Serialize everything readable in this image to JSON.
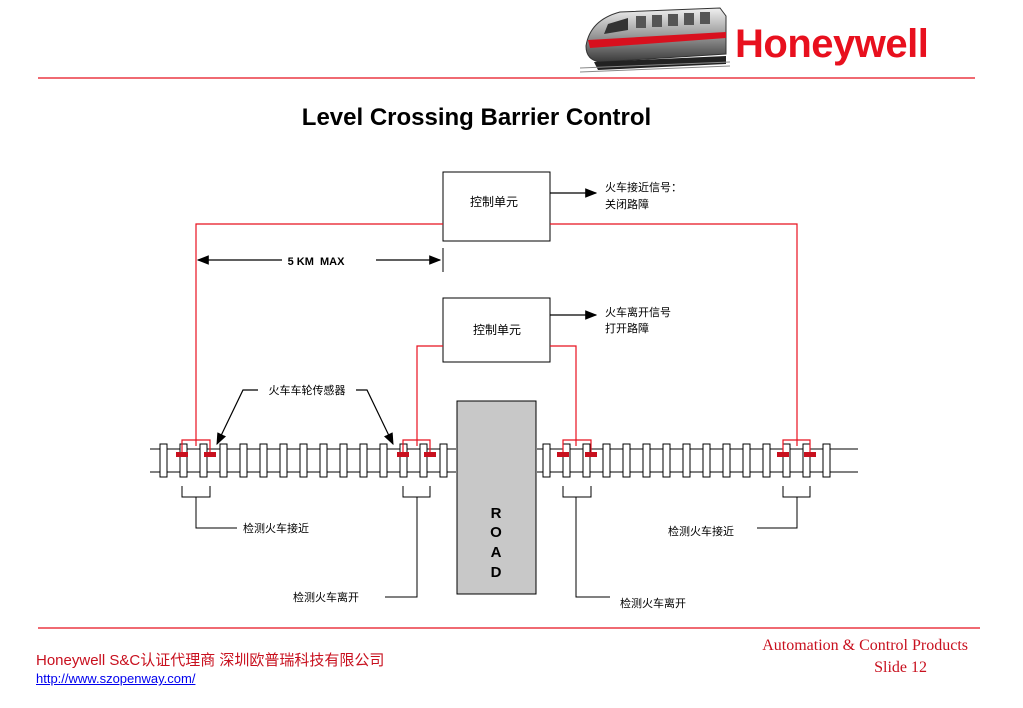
{
  "header": {
    "brand": "Honeywell"
  },
  "title": "Level Crossing Barrier Control",
  "diagram": {
    "control_unit_top": "控制单元",
    "control_unit_bottom": "控制单元",
    "signal_approach_line1": "火车接近信号：",
    "signal_approach_line2": "关闭路障",
    "signal_leave_line1": "火车离开信号",
    "signal_leave_line2": "打开路障",
    "distance_label": "5 KM  MAX",
    "wheel_sensor_label": "火车车轮传感器",
    "detect_approach_left": "检测火车接近",
    "detect_approach_right": "检测火车接近",
    "detect_leave_left": "检测火车离开",
    "detect_leave_right": "检测火车离开",
    "road_letters": [
      "R",
      "O",
      "A",
      "D"
    ],
    "colors": {
      "wire": "#e8101e",
      "sensor": "#c8101e",
      "road": "#c8c8c8"
    }
  },
  "footer": {
    "company": "Honeywell S&C认证代理商 深圳欧普瑞科技有限公司",
    "url": "http://www.szopenway.com/",
    "product": "Automation & Control Products",
    "slide": "Slide 12"
  }
}
